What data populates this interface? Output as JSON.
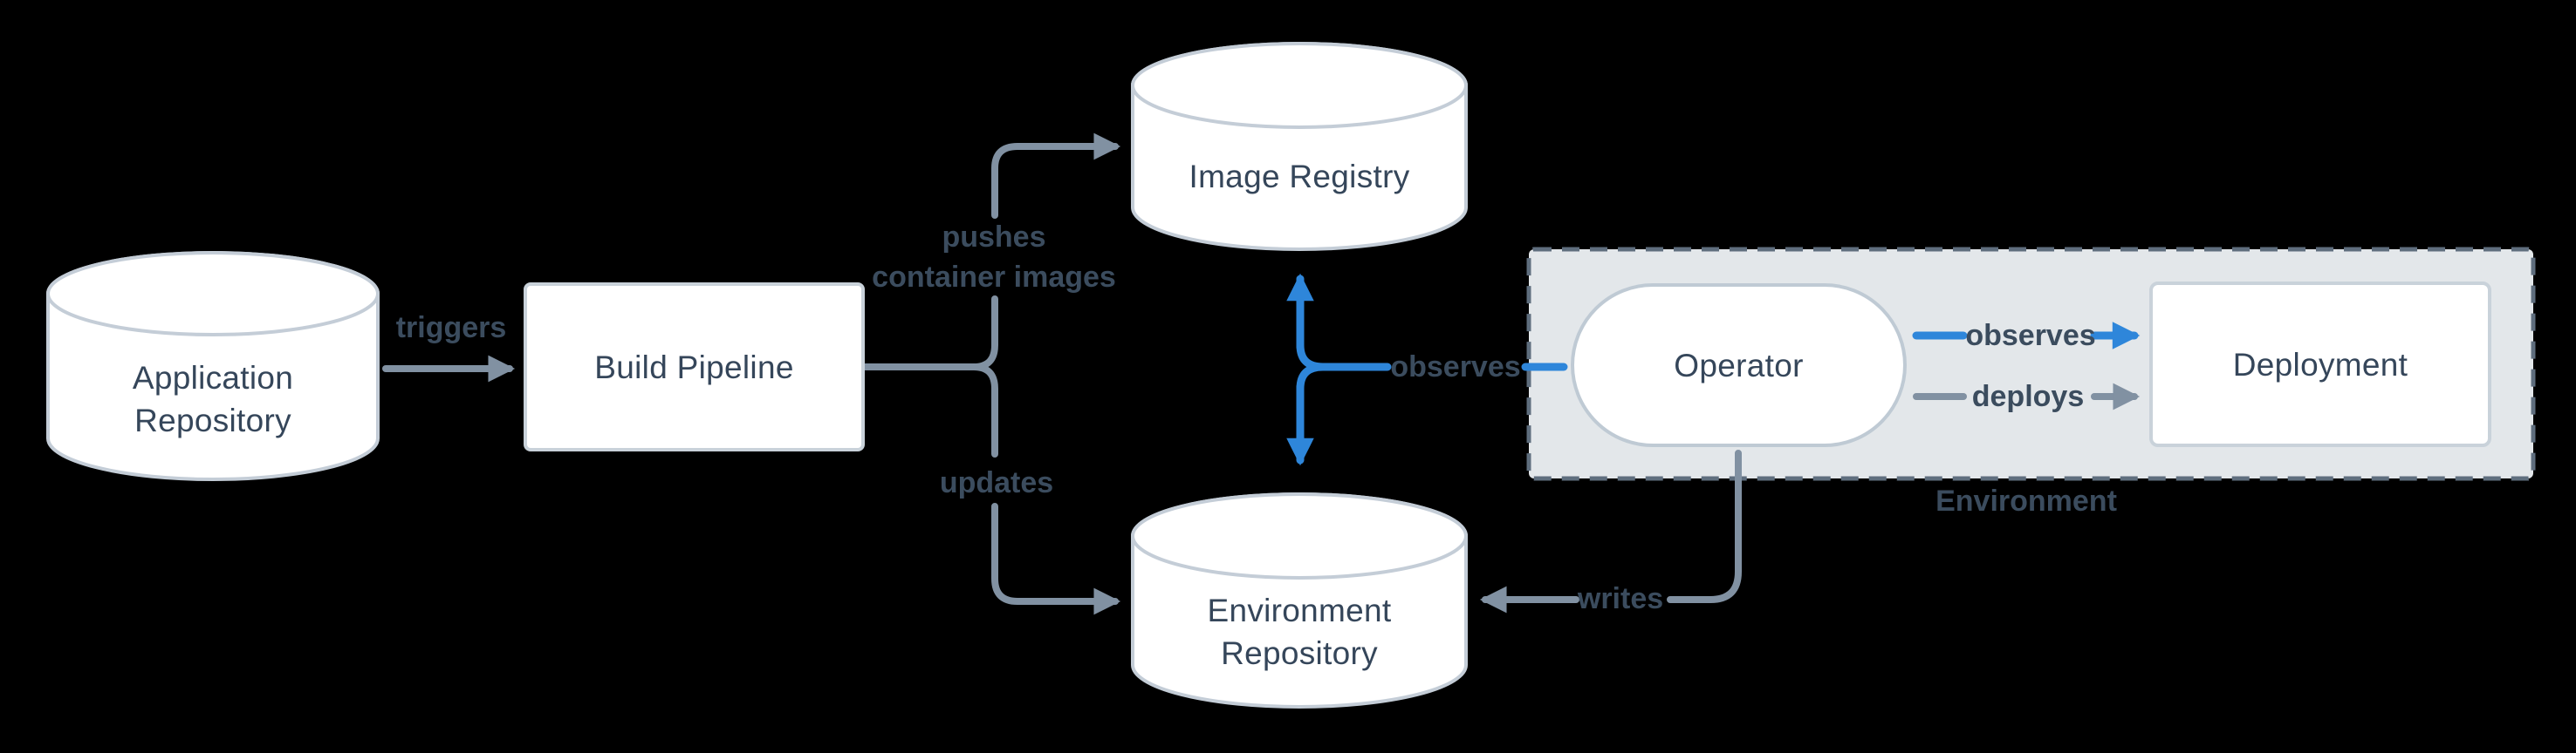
{
  "colors": {
    "background": "#000000",
    "accent_blue": "#2e86da",
    "line_gray": "#8191a2",
    "node_border": "#c9d2da",
    "node_fill": "#ffffff",
    "node_text": "#35465a",
    "edge_label_text": "#3b4c5e",
    "environment_fill": "#e3e7ea",
    "environment_border": "#5f6e7e"
  },
  "nodes": {
    "application_repository": {
      "type": "cylinder",
      "line1": "Application",
      "line2": "Repository"
    },
    "build_pipeline": {
      "type": "rectangle",
      "label": "Build Pipeline"
    },
    "image_registry": {
      "type": "cylinder",
      "label": "Image Registry"
    },
    "environment_repository": {
      "type": "cylinder",
      "line1": "Environment",
      "line2": "Repository"
    },
    "operator": {
      "type": "stadium",
      "label": "Operator"
    },
    "deployment": {
      "type": "rectangle",
      "label": "Deployment"
    },
    "environment_group": {
      "type": "dashed-container",
      "label": "Environment"
    }
  },
  "edges": {
    "triggers": {
      "from": "application_repository",
      "to": "build_pipeline",
      "label": "triggers",
      "color": "gray"
    },
    "pushes": {
      "from": "build_pipeline",
      "to": "image_registry",
      "line1": "pushes",
      "line2": "container images",
      "color": "gray"
    },
    "updates": {
      "from": "build_pipeline",
      "to": "environment_repository",
      "label": "updates",
      "color": "gray"
    },
    "observes_fork": {
      "from": "operator",
      "to": "image_registry, environment_repository",
      "label": "observes",
      "color": "blue"
    },
    "observes_deployment": {
      "from": "operator",
      "to": "deployment",
      "label": "observes",
      "color": "blue"
    },
    "deploys": {
      "from": "operator",
      "to": "deployment",
      "label": "deploys",
      "color": "gray"
    },
    "writes": {
      "from": "operator",
      "to": "environment_repository",
      "label": "writes",
      "color": "gray"
    }
  }
}
